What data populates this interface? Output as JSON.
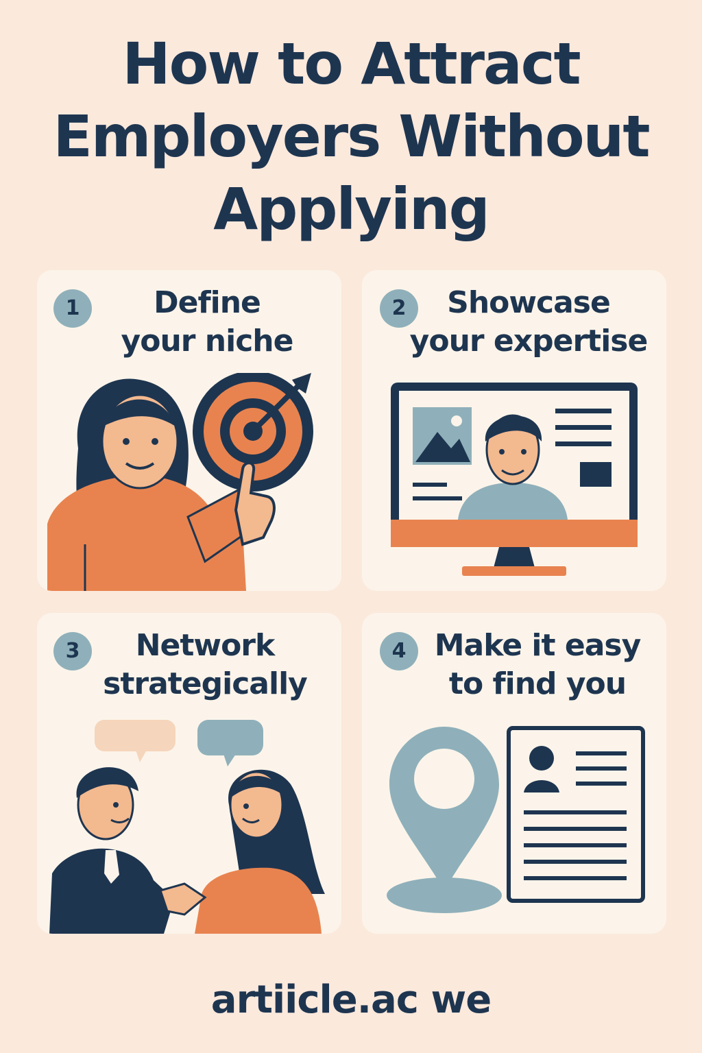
{
  "title": {
    "line1": "How to Attract",
    "line2": "Employers Without",
    "line3": "Applying"
  },
  "steps": [
    {
      "number": "1",
      "line1": "Define",
      "line2": "your niche"
    },
    {
      "number": "2",
      "line1": "Showcase",
      "line2": "your expertise"
    },
    {
      "number": "3",
      "line1": "Network",
      "line2": "strategically"
    },
    {
      "number": "4",
      "line1": "Make it easy",
      "line2": "to find you"
    }
  ],
  "footer": {
    "text": "artiicle.ac we"
  },
  "colors": {
    "background": "#fbe9dc",
    "card": "#fcf4ea",
    "navy": "#1e3550",
    "orange": "#e8834f",
    "teal": "#8fb0ba",
    "skin": "#f3b98f"
  },
  "icons": [
    "woman-pointing-target-icon",
    "monitor-profile-icon",
    "handshake-people-icon",
    "location-pin-resume-icon"
  ]
}
